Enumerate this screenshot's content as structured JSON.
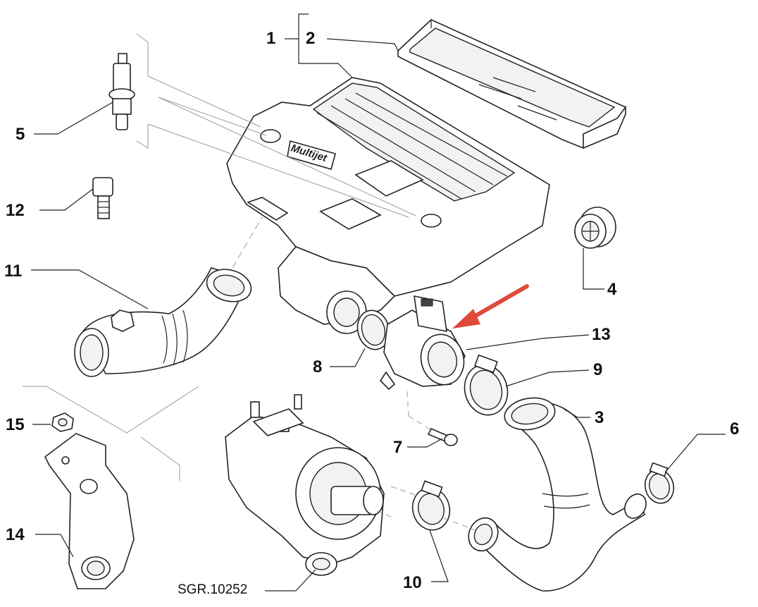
{
  "diagram": {
    "reference_code": "SGR.10252",
    "callouts": [
      {
        "id": "1",
        "label": "1"
      },
      {
        "id": "2",
        "label": "2"
      },
      {
        "id": "3",
        "label": "3"
      },
      {
        "id": "4",
        "label": "4"
      },
      {
        "id": "5",
        "label": "5"
      },
      {
        "id": "6",
        "label": "6"
      },
      {
        "id": "7",
        "label": "7"
      },
      {
        "id": "8",
        "label": "8"
      },
      {
        "id": "9",
        "label": "9"
      },
      {
        "id": "10",
        "label": "10"
      },
      {
        "id": "11",
        "label": "11"
      },
      {
        "id": "12",
        "label": "12"
      },
      {
        "id": "13",
        "label": "13"
      },
      {
        "id": "14",
        "label": "14"
      },
      {
        "id": "15",
        "label": "15"
      }
    ],
    "highlight_arrow_color": "#e04a3c",
    "brand_text": "Multijet"
  }
}
